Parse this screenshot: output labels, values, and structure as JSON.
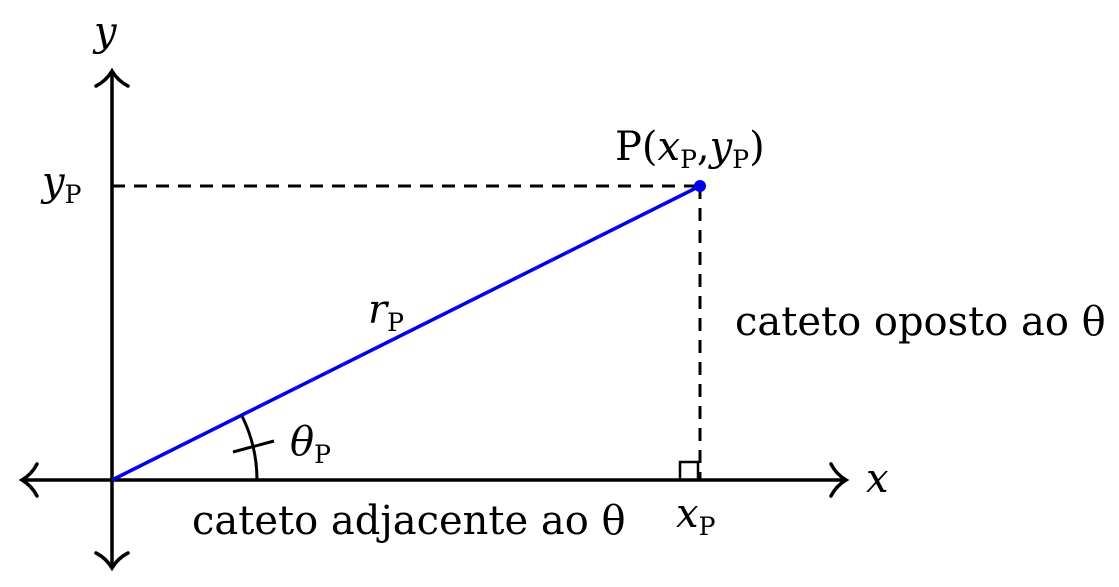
{
  "diagram": {
    "axis_x_label": "x",
    "axis_y_label": "y",
    "point_name": "P",
    "point_coord_x": "x",
    "point_coord_y": "y",
    "subscript": "P",
    "comma": ",",
    "paren_open": "(",
    "paren_close": ")",
    "x_tick_main": "x",
    "y_tick_main": "y",
    "hypotenuse_main": "r",
    "angle_main": "θ",
    "opposite_leg_label": "cateto oposto ao θ",
    "adjacent_leg_label": "cateto adjacente ao θ",
    "colors": {
      "axis": "#000000",
      "hypotenuse": "#0000ee",
      "point": "#0000ee",
      "dashed": "#000000"
    }
  }
}
